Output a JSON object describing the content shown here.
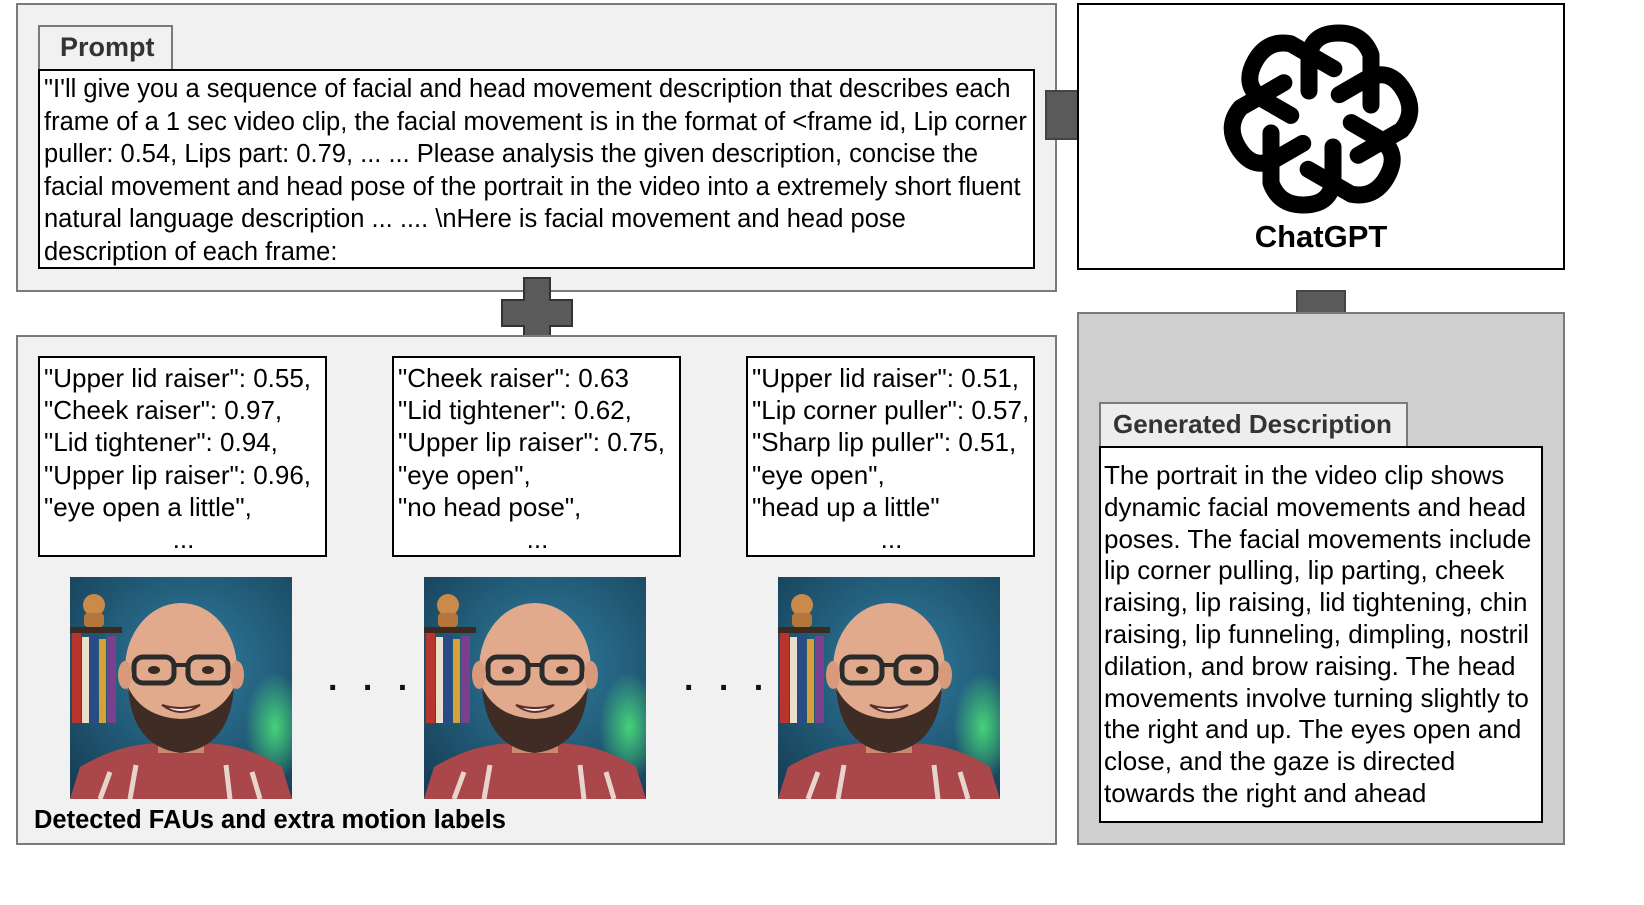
{
  "prompt": {
    "tab_label": "Prompt",
    "text": "\"I'll give you a sequence of facial and head movement description that describes each frame of a 1 sec video clip, the facial movement is in the format of <frame id, Lip corner puller: 0.54, Lips part: 0.79, ... ... Please analysis the given description, concise the facial movement and head pose of the portrait in the video into a extremely short fluent natural language description ... .... \\nHere is facial movement and head pose description of each frame:"
  },
  "chatgpt": {
    "label": "ChatGPT",
    "icon": "openai-logo-icon"
  },
  "frames": [
    {
      "lines": [
        "\"Upper lid raiser\": 0.55,",
        "\"Cheek raiser\": 0.97,",
        "\"Lid tightener\": 0.94,",
        "\"Upper lip raiser\": 0.96,",
        "\"eye open a little\","
      ],
      "more": "..."
    },
    {
      "lines": [
        "\"Cheek raiser\": 0.63",
        "\"Lid tightener\": 0.62,",
        "\"Upper lip raiser\": 0.75,",
        "\"eye open\",",
        "\"no head pose\","
      ],
      "more": "..."
    },
    {
      "lines": [
        "\"Upper lid raiser\": 0.51,",
        "\"Lip corner puller\": 0.57,",
        "\"Sharp lip puller\": 0.51,",
        "\"eye open\",",
        "\"head up a little\""
      ],
      "more": "..."
    }
  ],
  "between_frames": ". . .",
  "caption": "Detected FAUs and extra motion labels",
  "generated": {
    "tab_label": "Generated Description",
    "text": "The portrait in the video clip shows dynamic facial movements and head poses. The facial movements include lip corner pulling, lip parting, cheek raising, lip raising, lid tightening, chin raising, lip funneling, dimpling, nostril dilation, and brow raising. The head movements involve turning slightly to the right and up. The eyes open and close, and the gaze is directed towards the right and ahead"
  },
  "colors": {
    "arrow": "#5a5a5a",
    "panel_light": "#f1f1f1",
    "panel_dark": "#cfcfcf",
    "backdrop": "#1f5f7e",
    "skin": "#e2aa8c"
  }
}
